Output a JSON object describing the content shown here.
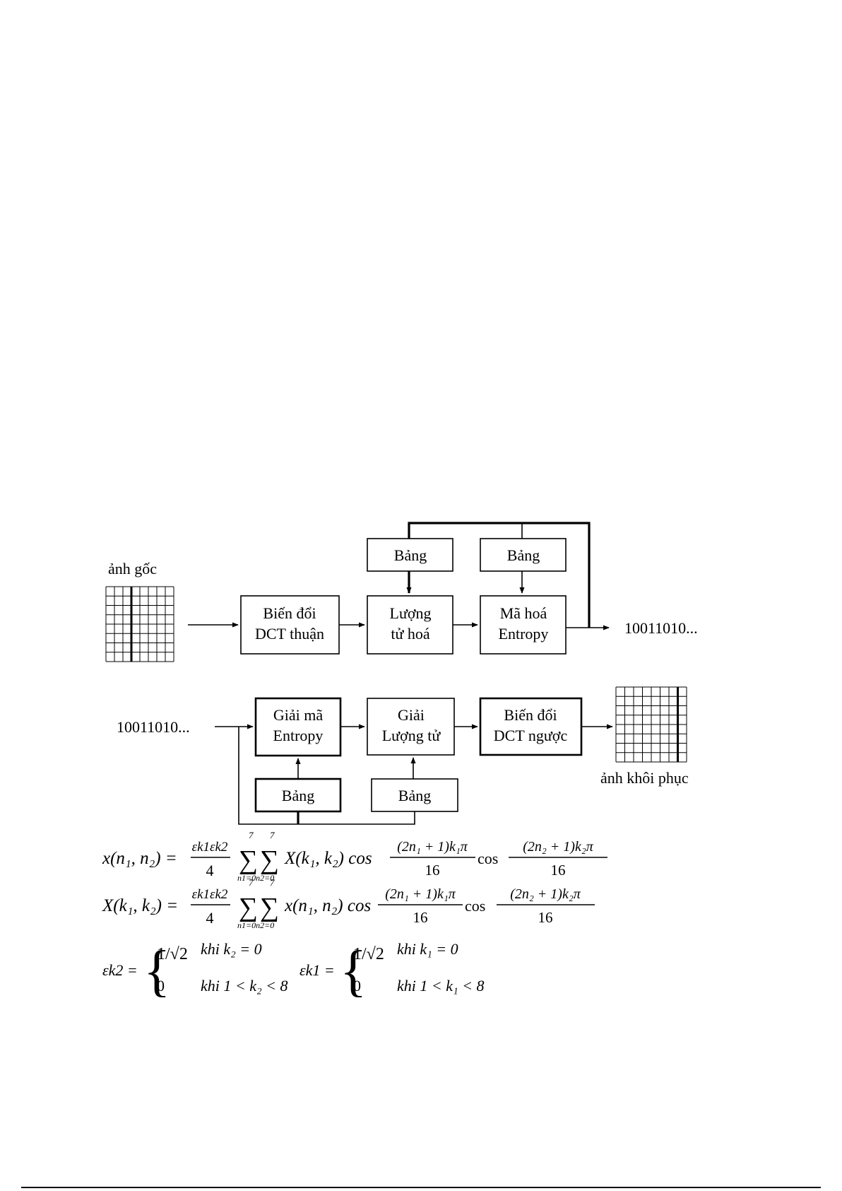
{
  "diagram": {
    "input_image_label": "ảnh gốc",
    "output_image_label": "ảnh khôi phục",
    "bitstream": "10011010...",
    "table_label": "Bảng",
    "encoder": {
      "dct_forward": [
        "Biến đổi",
        "DCT thuận"
      ],
      "quantize": [
        "Lượng",
        "tử hoá"
      ],
      "entropy_encode": [
        "Mã hoá",
        "Entropy"
      ]
    },
    "decoder": {
      "entropy_decode": [
        "Giải mã",
        "Entropy"
      ],
      "dequantize": [
        "Giải",
        "Lượng tử"
      ],
      "dct_inverse": [
        "Biến đổi",
        "DCT ngược"
      ]
    }
  },
  "formulas": {
    "idct": {
      "lhs": "x(n₁, n₂) =",
      "coef_num": "εk1εk2",
      "coef_den": "4",
      "sum_upper": "7",
      "sum_lower": "n1=0n2=0",
      "term": "X(k₁, k₂) cos",
      "frac1_num": "(2n₁ + 1)k₁π",
      "frac1_den": "16",
      "cos": "cos",
      "frac2_num": "(2n₂ + 1)k₂π",
      "frac2_den": "16"
    },
    "dct": {
      "lhs": "X(k₁, k₂) =",
      "coef_num": "εk1εk2",
      "coef_den": "4",
      "sum_upper": "7",
      "sum_lower": "n1=0n2=0",
      "term": "x(n₁, n₂) cos",
      "frac1_num": "(2n₁ + 1)k₁π",
      "frac1_den": "16",
      "cos": "cos",
      "frac2_num": "(2n₂ + 1)k₂π",
      "frac2_den": "16"
    },
    "eps_k2": {
      "lhs": "εk2 =",
      "case1_value": "1/√2",
      "case1_cond": "khi k₂ = 0",
      "case2_value": "0",
      "case2_cond": "khi 1 < k₂ < 8"
    },
    "eps_k1": {
      "lhs": "εk1 =",
      "case1_value": "1/√2",
      "case1_cond": "khi k₁ = 0",
      "case2_value": "0",
      "case2_cond": "khi 1 < k₁ < 8"
    }
  }
}
